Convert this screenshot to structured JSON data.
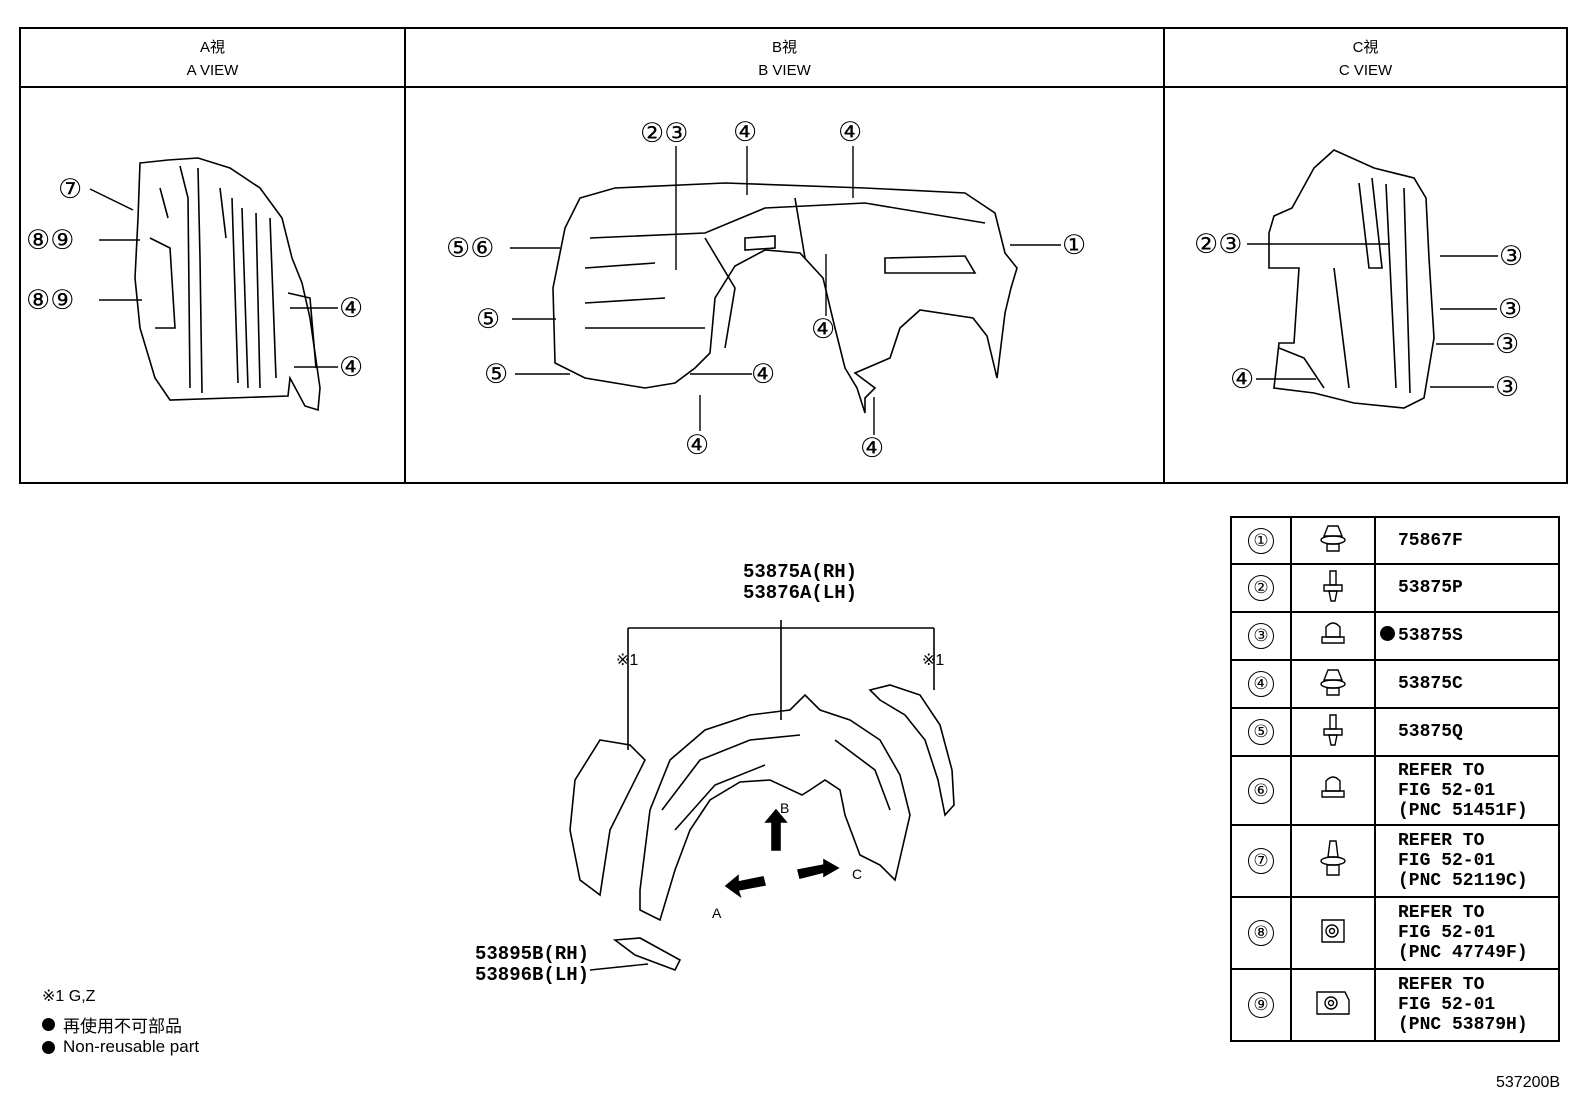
{
  "views": [
    {
      "jp": "A視",
      "en": "A VIEW"
    },
    {
      "jp": "B視",
      "en": "B VIEW"
    },
    {
      "jp": "C視",
      "en": "C VIEW"
    }
  ],
  "callouts": {
    "a": [
      "⑦",
      "⑧⑨",
      "⑧⑨",
      "④",
      "④"
    ],
    "b": [
      "②③",
      "④",
      "④",
      "⑤⑥",
      "①",
      "⑤",
      "④",
      "⑤",
      "④",
      "④",
      "④"
    ],
    "c": [
      "②③",
      "③",
      "③",
      "③",
      "④",
      "③"
    ]
  },
  "main": {
    "liner_part": "53875A(RH)\n53876A(LH)",
    "bracket_part": "53895B(RH)\n53896B(LH)",
    "note_mark": "※1",
    "arrows": [
      "A",
      "B",
      "C"
    ]
  },
  "legend": {
    "note": "※1 G,Z",
    "nonreusable_jp": "再使用不可部品",
    "nonreusable_en": "Non-reusable part"
  },
  "parts_table": [
    {
      "num": "①",
      "part": "75867F",
      "nonreusable": false
    },
    {
      "num": "②",
      "part": "53875P",
      "nonreusable": false
    },
    {
      "num": "③",
      "part": "53875S",
      "nonreusable": true
    },
    {
      "num": "④",
      "part": "53875C",
      "nonreusable": false
    },
    {
      "num": "⑤",
      "part": "53875Q",
      "nonreusable": false
    },
    {
      "num": "⑥",
      "part": "REFER TO\nFIG 52-01\n(PNC 51451F)",
      "nonreusable": false
    },
    {
      "num": "⑦",
      "part": "REFER TO\nFIG 52-01\n(PNC 52119C)",
      "nonreusable": false
    },
    {
      "num": "⑧",
      "part": "REFER TO\nFIG 52-01\n(PNC 47749F)",
      "nonreusable": false
    },
    {
      "num": "⑨",
      "part": "REFER TO\nFIG 52-01\n(PNC 53879H)",
      "nonreusable": false
    }
  ],
  "figure_id": "537200B"
}
